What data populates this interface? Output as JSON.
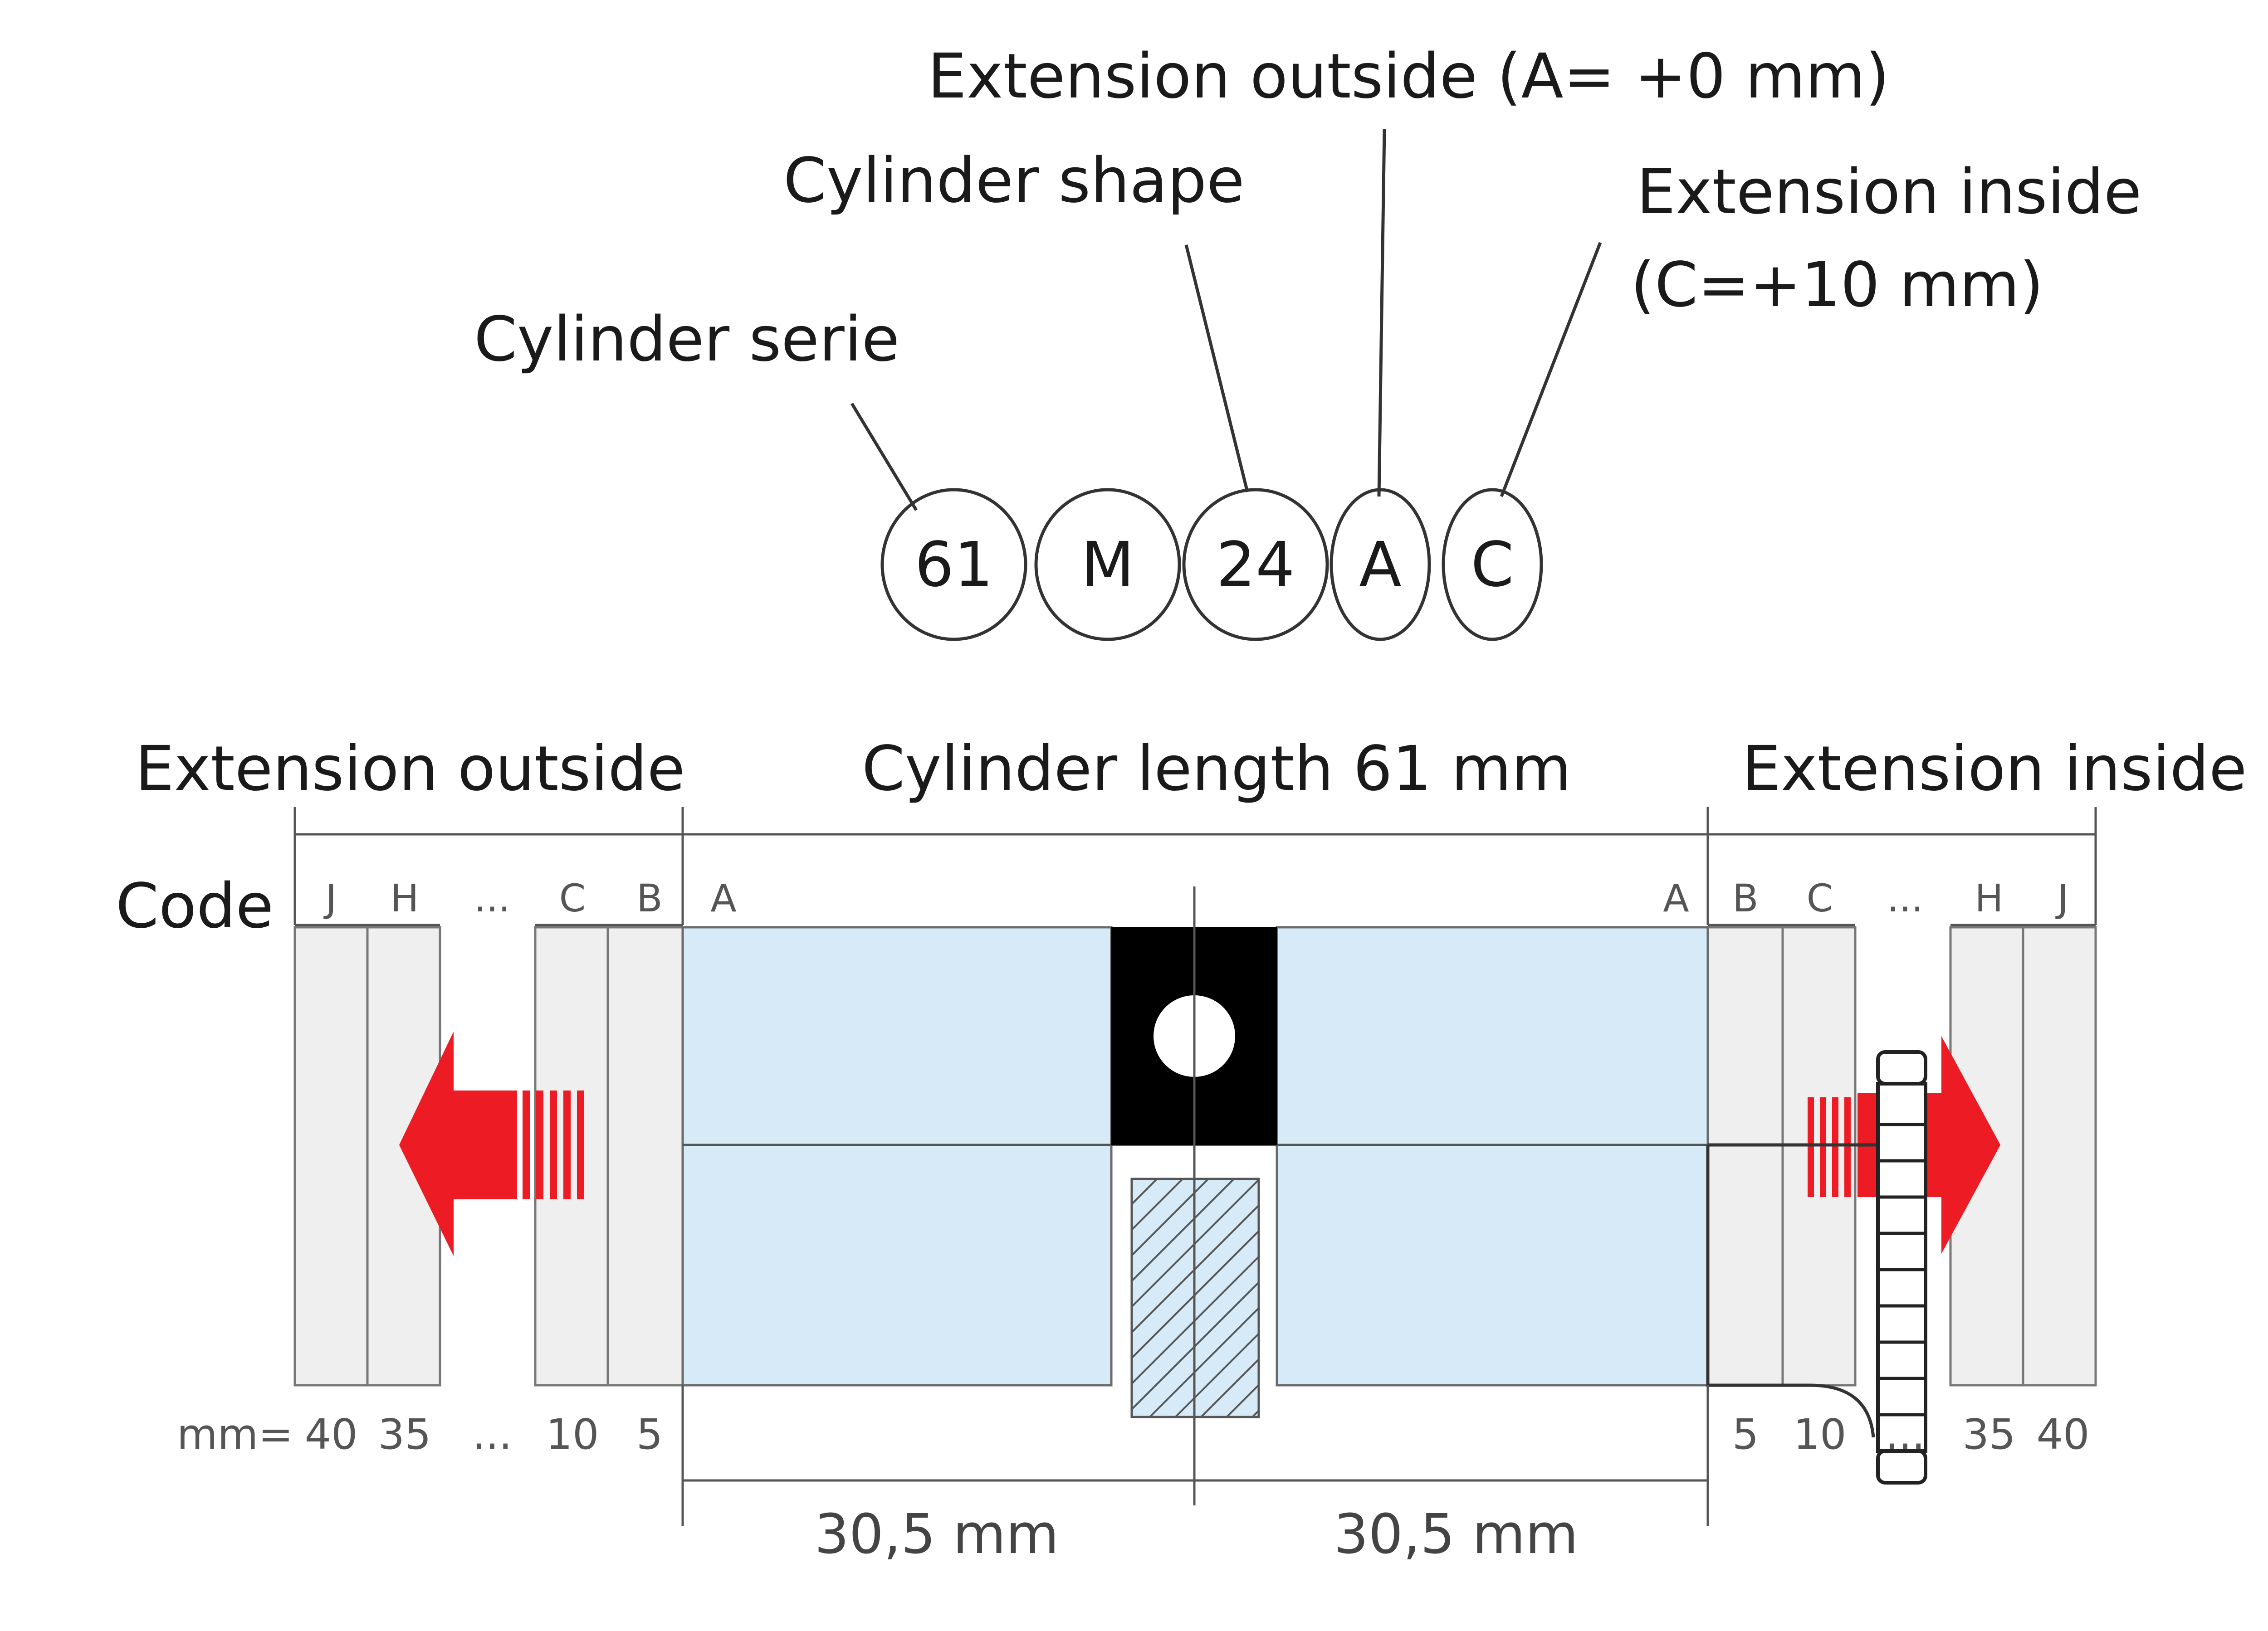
{
  "legend": {
    "serie_label": "Cylinder serie",
    "shape_label": "Cylinder shape",
    "ext_outside_label": "Extension outside (A= +0 mm)",
    "ext_inside_label_1": "Extension inside",
    "ext_inside_label_2": "(C=+10 mm)",
    "code_parts": [
      "61",
      "M",
      "24",
      "A",
      "C"
    ]
  },
  "diagram": {
    "ext_outside_title": "Extension outside",
    "length_title": "Cylinder length 61 mm",
    "ext_inside_title": "Extension inside",
    "code_label": "Code",
    "codes_left": [
      "J",
      "H",
      "...",
      "C",
      "B",
      "A"
    ],
    "codes_right": [
      "A",
      "B",
      "C",
      "...",
      "H",
      "J"
    ],
    "mm_prefix": "mm=",
    "mm_left": [
      "40",
      "35",
      "...",
      "10",
      "5"
    ],
    "mm_right": [
      "5",
      "10",
      "...",
      "35",
      "40"
    ],
    "dim_left": "30,5 mm",
    "dim_right": "30,5 mm"
  },
  "colors": {
    "cylinder_body": "#d6ebf7",
    "extension_segment": "#efefef",
    "arrow": "#ed1c24",
    "cam": "#000000"
  },
  "icons": {
    "left_arrow": "arrow-left-icon",
    "right_arrow": "arrow-right-icon",
    "thumbturn": "thumbturn-knob-icon"
  }
}
